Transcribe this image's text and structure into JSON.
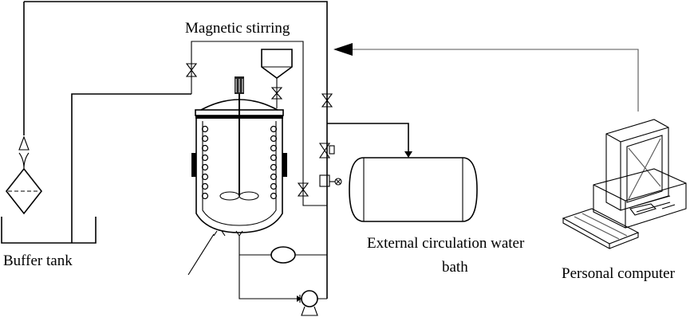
{
  "labels": {
    "magnetic_stirring": "Magnetic stirring",
    "buffer_tank": "Buffer tank",
    "bath_line1": "External circulation water",
    "bath_line2": "bath",
    "personal_computer": "Personal computer"
  },
  "icons": {
    "reactor": "jacketed-reactor-icon",
    "stirrer": "impeller-stirrer-icon",
    "hopper": "feed-hopper-icon",
    "valve": "valve-icon",
    "filter": "filter-icon",
    "pump": "pump-icon",
    "flowmeter": "flowmeter-icon",
    "water_bath": "water-bath-tank-icon",
    "computer": "personal-computer-icon",
    "arrow": "signal-arrow-icon"
  }
}
